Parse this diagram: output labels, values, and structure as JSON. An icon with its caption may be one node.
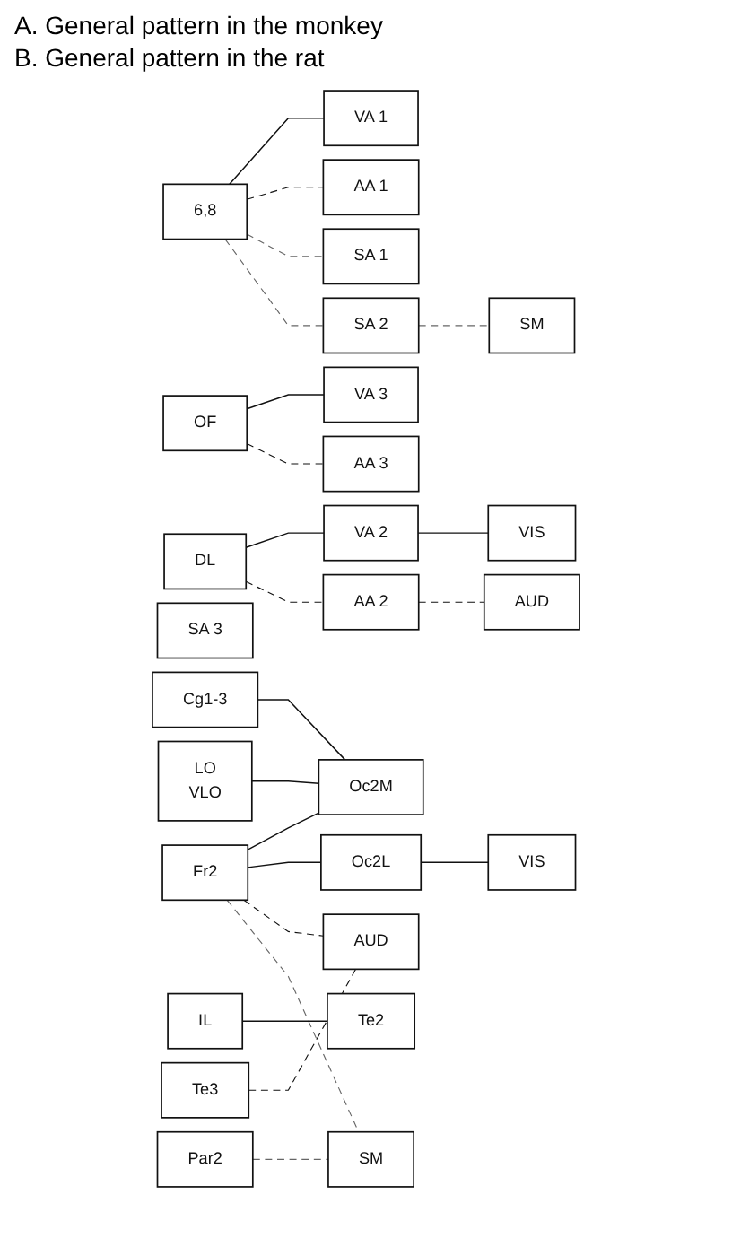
{
  "diagram": {
    "nodes": [
      {
        "text": [
          "6,8"
        ]
      },
      {
        "text": [
          "DL"
        ]
      },
      {
        "text": [
          "OF"
        ]
      },
      {
        "text": [
          "VA 1"
        ]
      },
      {
        "text": [
          "VA 2"
        ]
      },
      {
        "text": [
          "VA 3"
        ]
      },
      {
        "text": [
          "AA 1"
        ]
      },
      {
        "text": [
          "AA 2"
        ]
      },
      {
        "text": [
          "AA 3"
        ]
      },
      {
        "text": [
          "SA 1"
        ]
      },
      {
        "text": [
          "SA 2"
        ]
      },
      {
        "text": [
          "SA 3"
        ]
      },
      {
        "text": [
          "VIS"
        ]
      },
      {
        "text": [
          "AUD"
        ]
      },
      {
        "text": [
          "SM"
        ]
      },
      {
        "text": [
          "Fr2"
        ]
      },
      {
        "text": [
          "Cg1-3"
        ]
      },
      {
        "text": [
          "IL"
        ]
      },
      {
        "text": [
          "LO",
          "VLO"
        ]
      },
      {
        "text": [
          "Oc2M"
        ]
      },
      {
        "text": [
          "Oc2L"
        ]
      },
      {
        "text": [
          "Te2"
        ]
      },
      {
        "text": [
          "Te3"
        ]
      },
      {
        "text": [
          "Par2"
        ]
      },
      {
        "text": [
          "VIS"
        ]
      },
      {
        "text": [
          "AUD"
        ]
      },
      {
        "text": [
          "SM"
        ]
      }
    ],
    "edges": [
      {
        "from": 0,
        "to": 3,
        "arrow": "none"
      },
      {
        "from": 0,
        "to": 6,
        "arrow": "none",
        "style": "dashed"
      },
      {
        "from": 0,
        "to": 9,
        "arrow": "none",
        "style": "dashed",
        "color": "#666666"
      },
      {
        "from": 0,
        "to": 10,
        "arrow": "none",
        "style": "dashed",
        "color": "#666666"
      },
      {
        "from": 1,
        "to": 4,
        "arrow": "none"
      },
      {
        "from": 1,
        "to": 7,
        "arrow": "none",
        "style": "dashed"
      },
      {
        "from": 2,
        "to": 5,
        "arrow": "none"
      },
      {
        "from": 2,
        "to": 8,
        "arrow": "none",
        "style": "dashed"
      },
      {
        "from": 4,
        "to": 12,
        "arrow": "none"
      },
      {
        "from": 7,
        "to": 13,
        "arrow": "none",
        "style": "dashed"
      },
      {
        "from": 10,
        "to": 14,
        "arrow": "none",
        "style": "dashed",
        "color": "#666666"
      },
      {
        "from": 15,
        "to": 19,
        "arrow": "none"
      },
      {
        "from": 15,
        "to": 20,
        "arrow": "none"
      },
      {
        "from": 15,
        "to": 25,
        "arrow": "none",
        "style": "dashed"
      },
      {
        "from": 15,
        "to": 26,
        "arrow": "none",
        "style": "dashed",
        "color": "#666666"
      },
      {
        "from": 16,
        "to": 19,
        "arrow": "none"
      },
      {
        "from": 17,
        "to": 21,
        "arrow": "none"
      },
      {
        "from": 18,
        "to": 19,
        "arrow": "none"
      },
      {
        "from": 20,
        "to": 24,
        "arrow": "none"
      },
      {
        "from": 22,
        "to": 25,
        "arrow": "none",
        "style": "dashed"
      },
      {
        "from": 23,
        "to": 26,
        "arrow": "none",
        "style": "dashed",
        "color": "#666666"
      }
    ],
    "labels": [
      "A.  General pattern in the monkey",
      "B.  General pattern in the rat"
    ]
  }
}
